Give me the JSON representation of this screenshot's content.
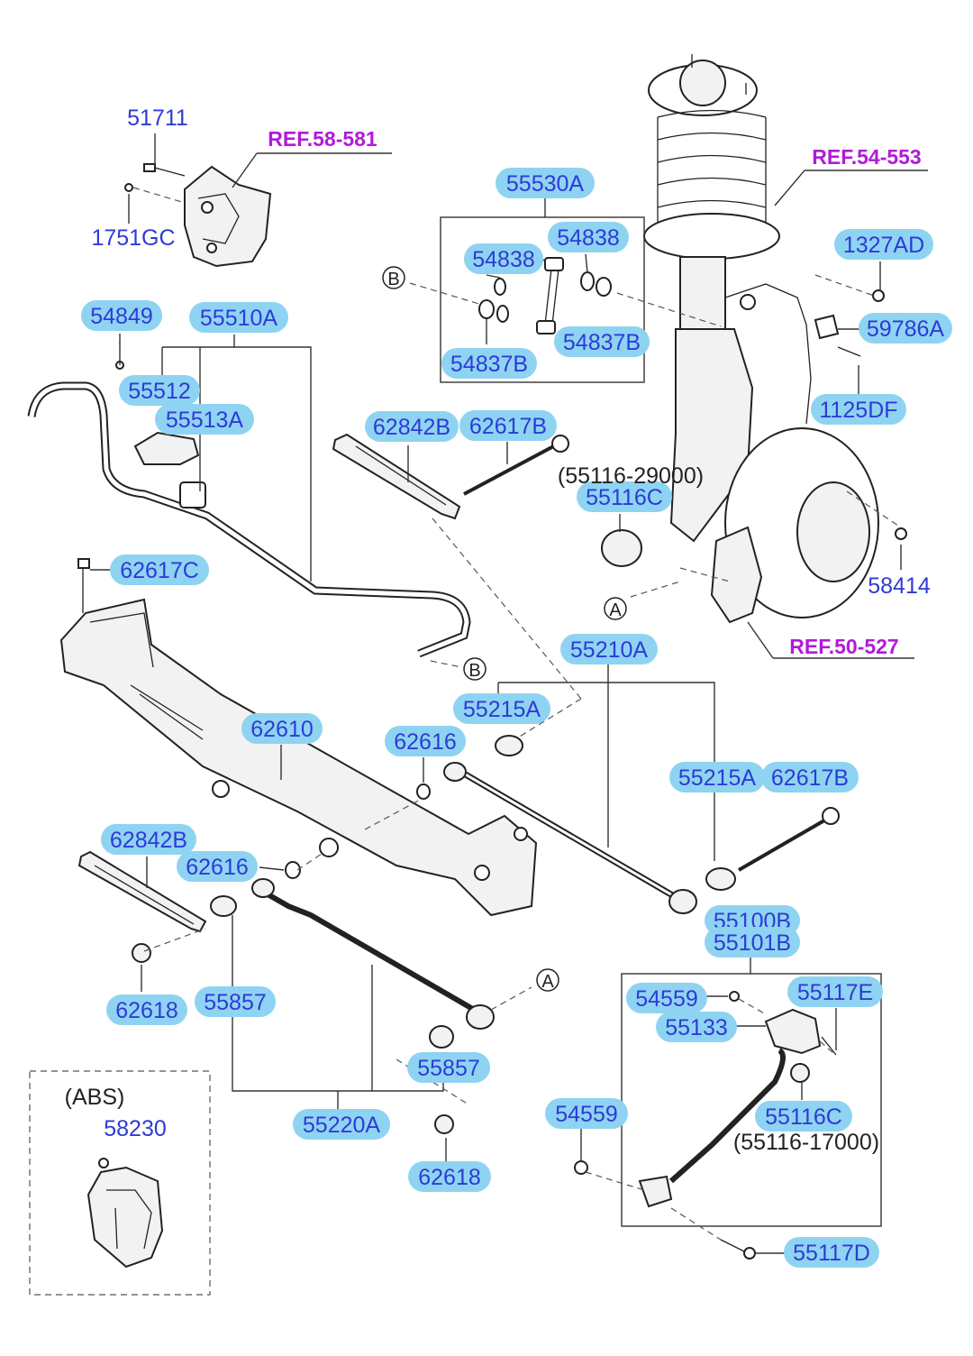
{
  "colors": {
    "label_pill": "#8fd3f2",
    "label_text": "#2d3bd6",
    "ref_text": "#b11ad9"
  },
  "refs": {
    "r1": "REF.58-581",
    "r2": "REF.54-553",
    "r3": "REF.50-527"
  },
  "letters": {
    "a1": "A",
    "a2": "A",
    "b1": "B",
    "b2": "B"
  },
  "plain": {
    "p51711": "51711",
    "p1751gc": "1751GC",
    "p58414": "58414",
    "p58230": "58230",
    "abs": "(ABS)",
    "alt1": "(55116-29000)",
    "alt2": "(55116-17000)"
  },
  "parts": {
    "p55530a": "55530A",
    "p54838a": "54838",
    "p54838b": "54838",
    "p54837ba": "54837B",
    "p54837bb": "54837B",
    "p1327ad": "1327AD",
    "p59786a": "59786A",
    "p1125df": "1125DF",
    "p54849": "54849",
    "p55510a": "55510A",
    "p55512": "55512",
    "p55513a": "55513A",
    "p62842ba": "62842B",
    "p62617ba": "62617B",
    "p55116ca": "55116C",
    "p62617c": "62617C",
    "p55210a": "55210A",
    "p55215aa": "55215A",
    "p62610": "62610",
    "p62616a": "62616",
    "p55215ab": "55215A",
    "p62617bb": "62617B",
    "p62842bb": "62842B",
    "p62616b": "62616",
    "p55100b": "55100B",
    "p55101b": "55101B",
    "p62618a": "62618",
    "p55857a": "55857",
    "p54559a": "54559",
    "p55117e": "55117E",
    "p55133": "55133",
    "p55857b": "55857",
    "p55220a": "55220A",
    "p54559b": "54559",
    "p55116cb": "55116C",
    "p62618b": "62618",
    "p55117d": "55117D"
  }
}
